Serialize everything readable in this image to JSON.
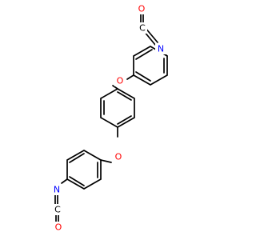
{
  "molecule": {
    "atoms": {
      "o_top": {
        "symbol": "O",
        "color": "#ff0000"
      },
      "c_top": {
        "symbol": "C",
        "color": "#000000"
      },
      "n_top": {
        "symbol": "N",
        "color": "#0000ff"
      },
      "o_link_upper": {
        "symbol": "O",
        "color": "#ff0000"
      },
      "o_link_lower": {
        "symbol": "O",
        "color": "#ff0000"
      },
      "n_bottom": {
        "symbol": "N",
        "color": "#0000ff"
      },
      "c_bottom": {
        "symbol": "C",
        "color": "#000000"
      },
      "o_bottom": {
        "symbol": "O",
        "color": "#ff0000"
      }
    }
  }
}
